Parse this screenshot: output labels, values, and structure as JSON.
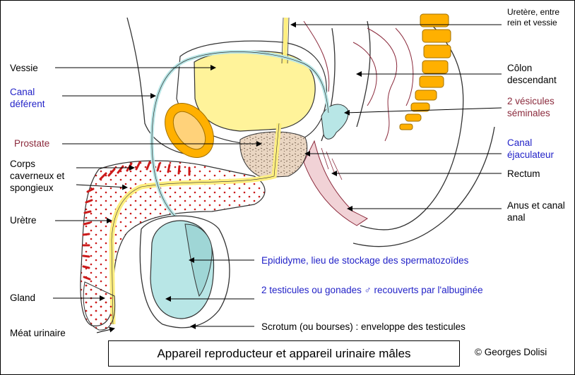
{
  "labels": {
    "ureter": "Uretère, entre rein et vessie",
    "vessie": "Vessie",
    "canal_deferent": "Canal déférent",
    "colon": "Côlon descendant",
    "vesicules": "2 vésicules séminales",
    "prostate": "Prostate",
    "canal_ejaculateur": "Canal éjaculateur",
    "corps_caverneux": "Corps caverneux et spongieux",
    "rectum": "Rectum",
    "anus": "Anus et canal anal",
    "uretre": "Urètre",
    "epididyme": "Epididyme, lieu de stockage des spermatozoïdes",
    "testicules": "2 testicules ou gonades ♂ recouverts par l'albuginée",
    "gland": "Gland",
    "scrotum": "Scrotum (ou bourses) : enveloppe des testicules",
    "meat": "Méat urinaire"
  },
  "caption": "Appareil reproducteur et appareil urinaire mâles",
  "copyright": "© Georges Dolisi",
  "colors": {
    "bladder": "#fff39a",
    "urethra": "#ffef80",
    "spine": "#ffb000",
    "testis": "#b8e6e6",
    "prostate": "#ead6c2",
    "dots": "#cc1a1a",
    "outline": "#333333",
    "label_blue": "#2323c8",
    "label_red": "#8b2a3c"
  }
}
